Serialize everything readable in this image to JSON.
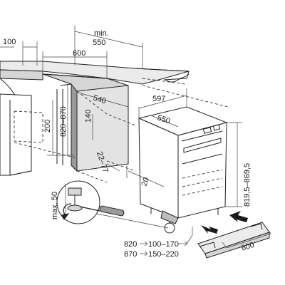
{
  "dimensions": {
    "top_left": "100",
    "min_label": "min.",
    "min_depth": "550",
    "width_600": "600",
    "depth_540": "540",
    "niche_height_200": "200",
    "niche_height_range": "820–870",
    "height_140": "140",
    "gap_range": "22–77",
    "appliance_width": "597",
    "appliance_depth": "550",
    "appliance_height": "819,5–869,5",
    "plinth_gap": "20",
    "adjust_max": "max. 50",
    "row1_a": "820",
    "row1_b": "100–170",
    "row2_a": "870",
    "row2_b": "150–220",
    "bottom_width": "600"
  }
}
